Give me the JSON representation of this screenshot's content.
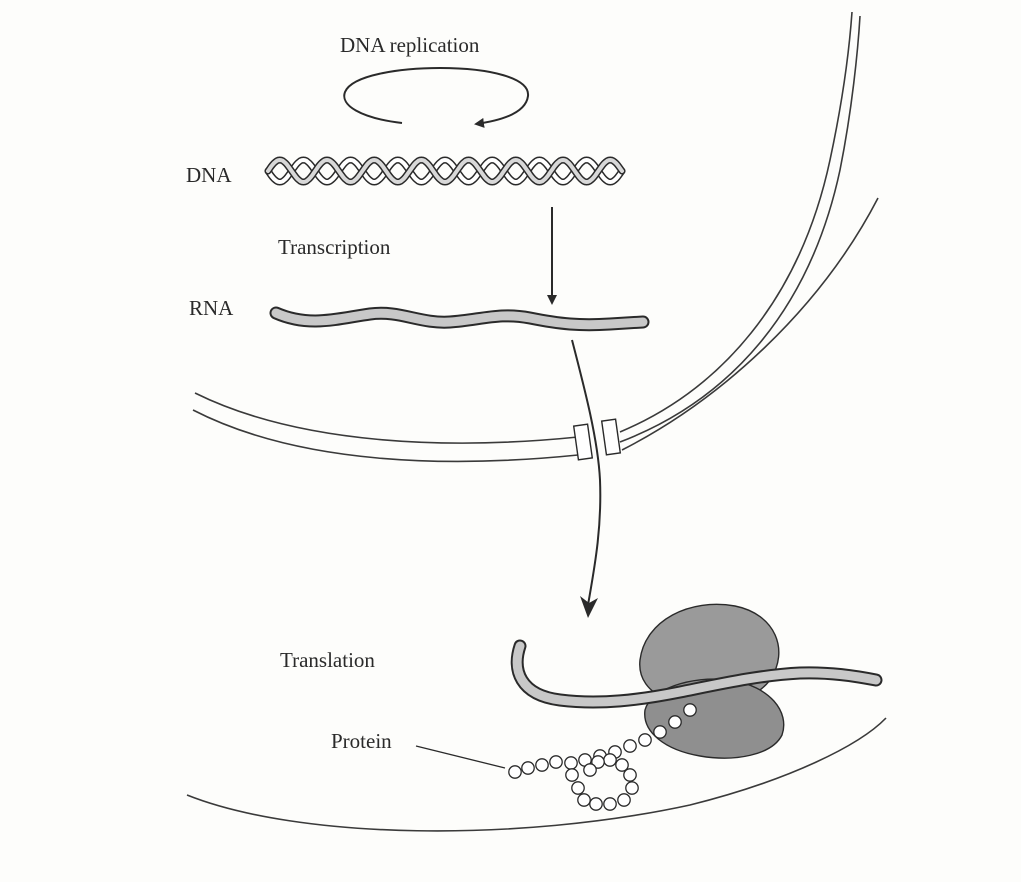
{
  "labels": {
    "dna_replication": "DNA replication",
    "dna": "DNA",
    "transcription": "Transcription",
    "rna": "RNA",
    "translation": "Translation",
    "protein": "Protein"
  },
  "colors": {
    "background": "#fdfdfb",
    "ink": "#2a2a2a",
    "rna_fill": "#c8c8c8",
    "ribosome_fill": "#9a9a9a"
  }
}
